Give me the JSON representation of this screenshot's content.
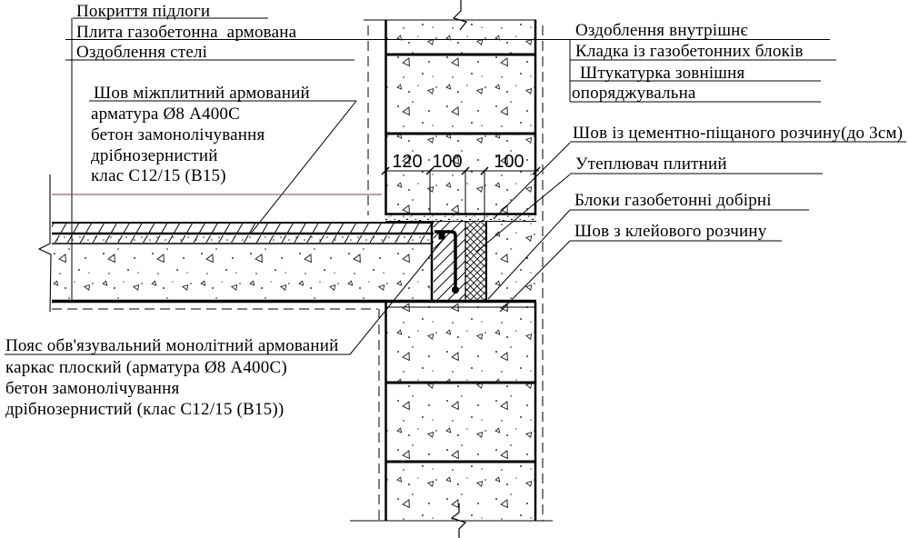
{
  "drawing": {
    "title_hint": "Wall / floor-slab junction detail (aerated concrete)",
    "dim_labels": [
      "120",
      "100",
      "100"
    ],
    "labels": {
      "floor_layers": [
        "Покриття підлоги",
        "Плита газобетонна  армована",
        "Оздоблення стелі"
      ],
      "interslab_joint": [
        "Шов міжплитний армований",
        "арматура Ø8 А400С",
        "бетон замонолічування",
        "дрібнозернистий",
        "клас С12/15 (В15)"
      ],
      "ring_beam": [
        "Пояс обв'язувальний монолітний армований",
        "каркас плоский (арматура Ø8 А400С)",
        "бетон замонолічування",
        "дрібнозернистий (клас С12/15 (В15))"
      ],
      "wall_layers": [
        "Оздоблення внутрішнє",
        "Кладка із газобетонних блоків",
        "Штукатурка зовнішня",
        "опоряджувальна"
      ],
      "right_items": [
        "Шов із цементно-піщаного розчину(до 3см)",
        "Утеплювач плитний",
        "Блоки газобетонні добірні",
        "Шов з клейового розчину"
      ]
    },
    "colors": {
      "line": "#000000",
      "accent_line": "#7a4343",
      "background": "#ffffff"
    }
  }
}
